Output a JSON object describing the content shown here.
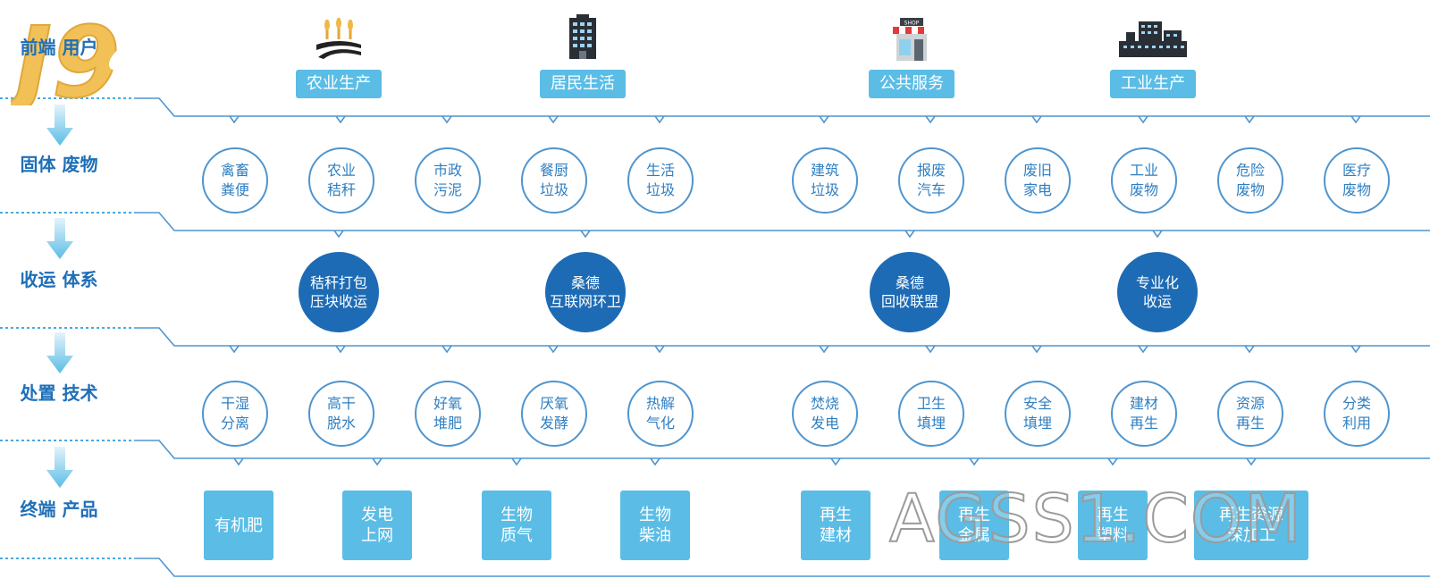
{
  "colors": {
    "accent": "#5bbde6",
    "dark": "#1d6bb5",
    "line": "#4f95cf",
    "text": "#1e6fb8"
  },
  "logo": {
    "text": "J9"
  },
  "row_labels": {
    "r0": "前端\n用户",
    "r1": "固体\n废物",
    "r2": "收运\n体系",
    "r3": "处置\n技术",
    "r4": "终端\n产品"
  },
  "users": [
    {
      "label": "农业生产",
      "icon": "farm-icon"
    },
    {
      "label": "居民生活",
      "icon": "apartment-building-icon"
    },
    {
      "label": "公共服务",
      "icon": "shop-icon",
      "sign": "SHOP"
    },
    {
      "label": "工业生产",
      "icon": "factory-icon"
    }
  ],
  "wastes": [
    {
      "label": "禽畜\n粪便"
    },
    {
      "label": "农业\n秸秆"
    },
    {
      "label": "市政\n污泥"
    },
    {
      "label": "餐厨\n垃圾"
    },
    {
      "label": "生活\n垃圾"
    },
    {
      "label": "建筑\n垃圾"
    },
    {
      "label": "报废\n汽车"
    },
    {
      "label": "废旧\n家电"
    },
    {
      "label": "工业\n废物"
    },
    {
      "label": "危险\n废物"
    },
    {
      "label": "医疗\n废物"
    }
  ],
  "transport": [
    {
      "label": "秸秆打包\n压块收运"
    },
    {
      "label": "桑德\n互联网环卫"
    },
    {
      "label": "桑德\n回收联盟"
    },
    {
      "label": "专业化\n收运"
    }
  ],
  "tech": [
    {
      "label": "干湿\n分离"
    },
    {
      "label": "高干\n脱水"
    },
    {
      "label": "好氧\n堆肥"
    },
    {
      "label": "厌氧\n发酵"
    },
    {
      "label": "热解\n气化"
    },
    {
      "label": "焚烧\n发电"
    },
    {
      "label": "卫生\n填埋"
    },
    {
      "label": "安全\n填埋"
    },
    {
      "label": "建材\n再生"
    },
    {
      "label": "资源\n再生"
    },
    {
      "label": "分类\n利用"
    }
  ],
  "products": [
    {
      "label": "有机肥"
    },
    {
      "label": "发电\n上网"
    },
    {
      "label": "生物\n质气"
    },
    {
      "label": "生物\n柴油"
    },
    {
      "label": "再生\n建材"
    },
    {
      "label": "再生\n金属"
    },
    {
      "label": "再生\n塑料"
    },
    {
      "label": "再生资源\n深加工"
    }
  ],
  "watermark": "AGSS1.COM"
}
